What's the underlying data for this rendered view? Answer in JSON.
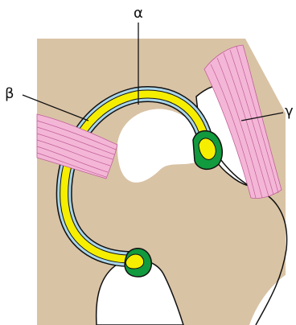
{
  "labels": {
    "alpha": "α",
    "beta": "β",
    "gamma": "γ"
  },
  "colors": {
    "bone": "#d9c3a5",
    "synovial_membrane": "#a9d5e9",
    "fibrous_layer": "#f5ee00",
    "articular_cartilage": "#129a3e",
    "ligament_muscle": "#f4b6d6",
    "fiber_lines": "#c0609a",
    "outline": "#111111",
    "background": "#ffffff"
  }
}
